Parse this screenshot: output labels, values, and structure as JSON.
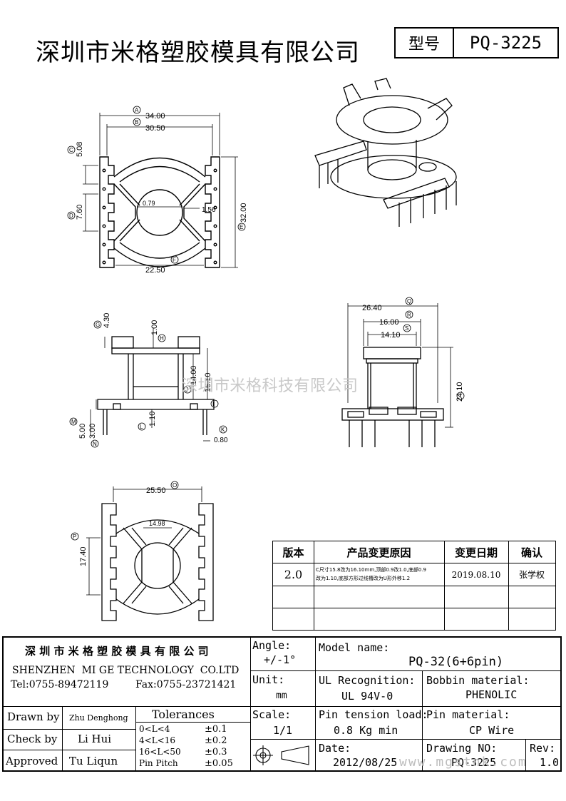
{
  "header": {
    "company_name": "深圳市米格塑胶模具有限公司",
    "model_label": "型号",
    "model_value": "PQ-3225"
  },
  "watermark": {
    "text": "深圳市米格科技有限公司",
    "site": "www.mgstnk.com"
  },
  "dimensions": {
    "top_view": {
      "A": "34.00",
      "B": "30.50",
      "C": "5.08",
      "D": "7.60",
      "E": "32.00",
      "F": "22.50",
      "inner": "0.79",
      "side": "1.56"
    },
    "side_view": {
      "G": "4.30",
      "H": "1.00",
      "I": "16.10",
      "J": "14.00",
      "K": "0.80",
      "L": "1.10",
      "M": "5.00",
      "N": "3.00"
    },
    "front_view": {
      "Q": "26.40",
      "R": "16.00",
      "S": "14.10",
      "T": "24.10"
    },
    "bottom_view": {
      "O": "25.50",
      "P": "17.40",
      "inner": "14.98"
    }
  },
  "callouts": [
    "A",
    "B",
    "C",
    "D",
    "E",
    "F",
    "G",
    "H",
    "I",
    "J",
    "K",
    "L",
    "M",
    "N",
    "O",
    "P",
    "Q",
    "R",
    "S",
    "T"
  ],
  "revision_table": {
    "headers": [
      "版本",
      "产品变更原因",
      "变更日期",
      "确认"
    ],
    "rows": [
      {
        "version": "2.0",
        "reason_line1": "C尺寸15.8改为16.10mm,顶部0.9改1.0,底部0.9",
        "reason_line2": "改为1.10,底部方形过线槽改为U形外移1.2",
        "date": "2019.08.10",
        "confirm": "张学权"
      },
      {
        "version": "",
        "reason_line1": "",
        "reason_line2": "",
        "date": "",
        "confirm": ""
      },
      {
        "version": "",
        "reason_line1": "",
        "reason_line2": "",
        "date": "",
        "confirm": ""
      }
    ]
  },
  "title_block": {
    "company_cn": "深 圳 市 米 格 塑 胶 模 具 有 限 公 司",
    "company_en": "SHENZHEN  MI GE TECHNOLOGY  CO.LTD",
    "tel": "Tel:0755-89472119",
    "fax": "Fax:0755-23721421",
    "angle_label": "Angle:",
    "angle_value": "+/-1°",
    "unit_label": "Unit:",
    "unit_value": "mm",
    "scale_label": "Scale:",
    "scale_value": "1/1",
    "model_name_label": "Model name:",
    "model_name_value": "PQ-32(6+6pin)",
    "ul_label": "UL Recognition:",
    "ul_value": "UL 94V-0",
    "bobbin_label": "Bobbin material:",
    "bobbin_value": "PHENOLIC",
    "pin_tension_label": "Pin tension load:",
    "pin_tension_value": "0.8 Kg min",
    "pin_material_label": "Pin material:",
    "pin_material_value": "CP Wire",
    "date_label": "Date:",
    "date_value": "2012/08/25",
    "drawing_no_label": "Drawing NO:",
    "drawing_no_value": "PQ-3225",
    "rev_label": "Rev:",
    "rev_value": "1.0",
    "drawn_by_label": "Drawn by",
    "drawn_by_value": "Zhu Denghong",
    "check_by_label": "Check by",
    "check_by_value": "Li Hui",
    "approved_label": "Approved",
    "approved_value": "Tu Liqun",
    "tolerances_label": "Tolerances",
    "tolerances": [
      {
        "range": "0<L<4",
        "value": "±0.1"
      },
      {
        "range": "4<L<16",
        "value": "±0.2"
      },
      {
        "range": "16<L<50",
        "value": "±0.3"
      },
      {
        "range": "Pin Pitch",
        "value": "±0.05"
      }
    ]
  }
}
